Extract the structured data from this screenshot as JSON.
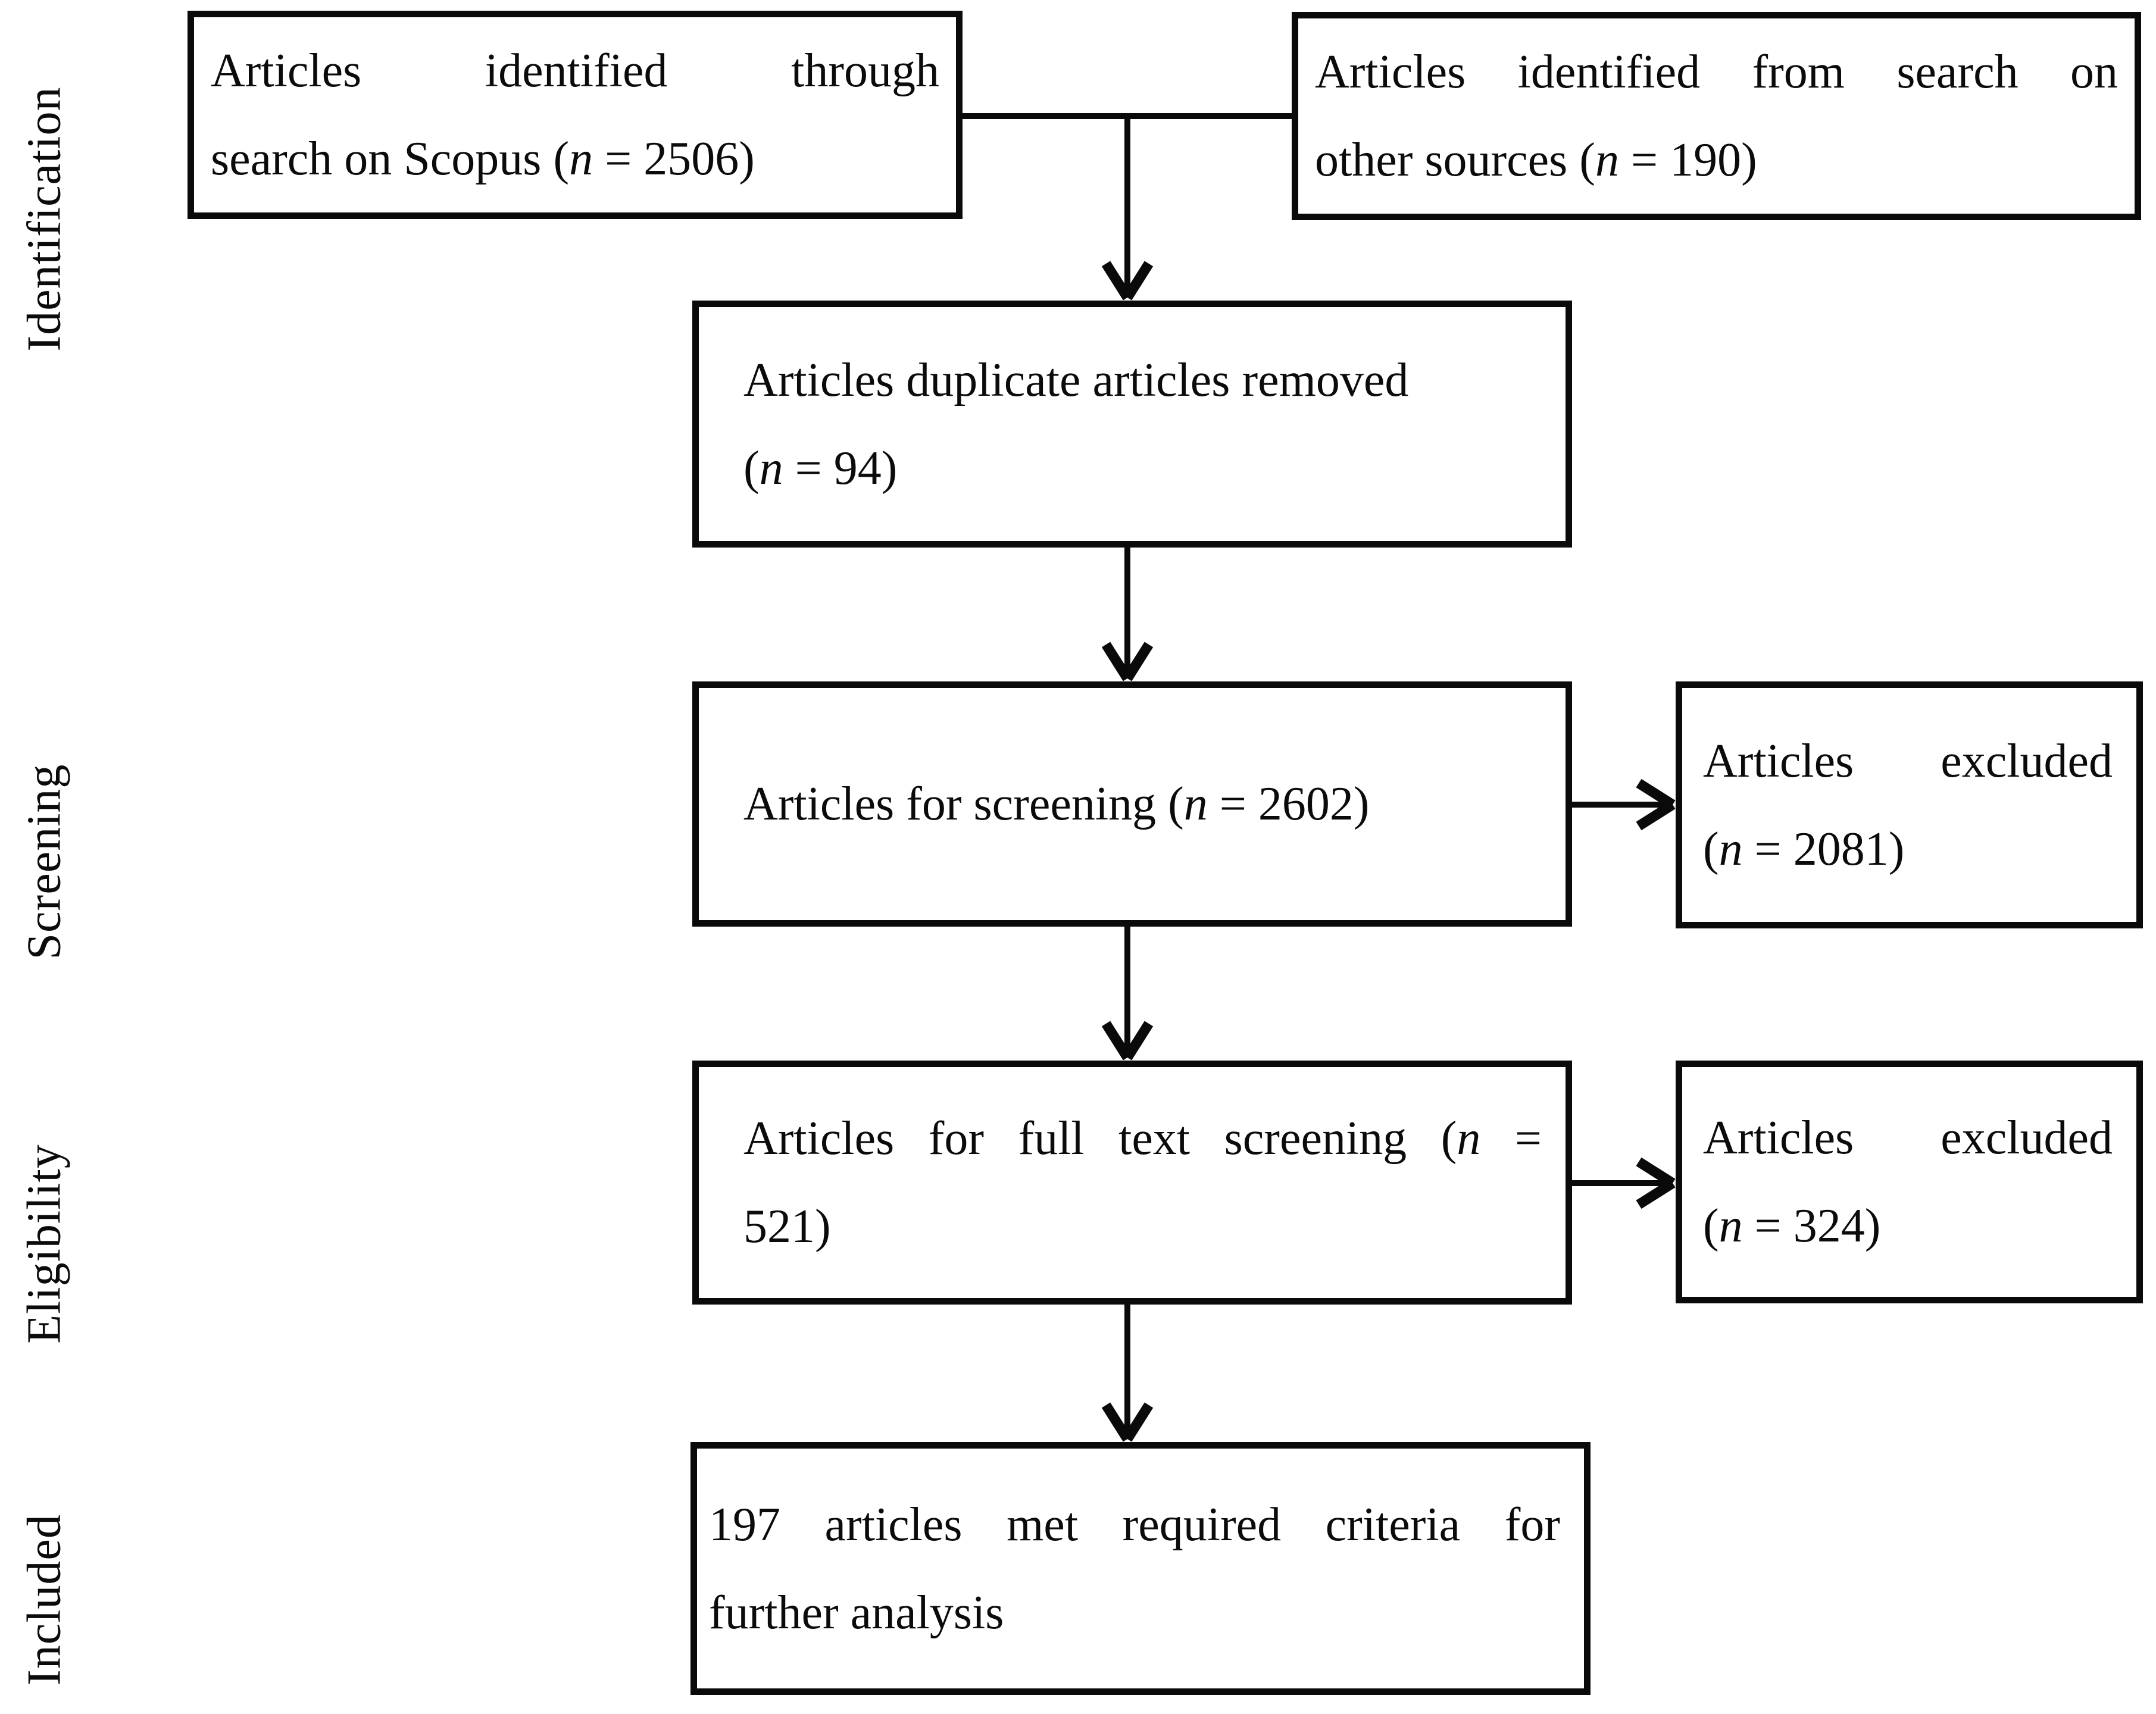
{
  "figure": {
    "title": "PRISMA article selection flow diagram",
    "background_color": "#ffffff",
    "ink_color": "#0a0a0a"
  },
  "stage_labels": {
    "identification": "Identification",
    "screening": "Screening",
    "eligibility": "Eligibility",
    "included": "Included"
  },
  "boxes": {
    "scopus": {
      "n": 2506,
      "plain_text": "Articles identified through search on Scopus (n = 2506)",
      "lines": [
        {
          "spread": true,
          "words": [
            {
              "parts": [
                {
                  "t": "Articles",
                  "i": false
                }
              ]
            },
            {
              "parts": [
                {
                  "t": "identified",
                  "i": false
                }
              ]
            },
            {
              "parts": [
                {
                  "t": "through",
                  "i": false
                }
              ]
            }
          ]
        },
        {
          "spread": false,
          "words": [
            {
              "parts": [
                {
                  "t": "search",
                  "i": false
                }
              ]
            },
            {
              "parts": [
                {
                  "t": "on",
                  "i": false
                }
              ]
            },
            {
              "parts": [
                {
                  "t": "Scopus",
                  "i": false
                }
              ]
            },
            {
              "parts": [
                {
                  "t": "(",
                  "i": false
                },
                {
                  "t": "n",
                  "i": true
                }
              ]
            },
            {
              "parts": [
                {
                  "t": "=",
                  "i": false
                }
              ]
            },
            {
              "parts": [
                {
                  "t": "2506)",
                  "i": false
                }
              ]
            }
          ]
        }
      ]
    },
    "other_sources": {
      "n": 190,
      "plain_text": "Articles identified from search on other sources (n = 190)",
      "lines": [
        {
          "spread": true,
          "words": [
            {
              "parts": [
                {
                  "t": "Articles",
                  "i": false
                }
              ]
            },
            {
              "parts": [
                {
                  "t": "identified",
                  "i": false
                }
              ]
            },
            {
              "parts": [
                {
                  "t": "from",
                  "i": false
                }
              ]
            },
            {
              "parts": [
                {
                  "t": "search",
                  "i": false
                }
              ]
            },
            {
              "parts": [
                {
                  "t": "on",
                  "i": false
                }
              ]
            }
          ]
        },
        {
          "spread": false,
          "words": [
            {
              "parts": [
                {
                  "t": "other",
                  "i": false
                }
              ]
            },
            {
              "parts": [
                {
                  "t": "sources",
                  "i": false
                }
              ]
            },
            {
              "parts": [
                {
                  "t": "(",
                  "i": false
                },
                {
                  "t": "n",
                  "i": true
                }
              ]
            },
            {
              "parts": [
                {
                  "t": "=",
                  "i": false
                }
              ]
            },
            {
              "parts": [
                {
                  "t": "190)",
                  "i": false
                }
              ]
            }
          ]
        }
      ]
    },
    "duplicates_removed": {
      "n": 94,
      "plain_text": "Articles duplicate articles removed (n = 94)",
      "lines": [
        {
          "spread": false,
          "words": [
            {
              "parts": [
                {
                  "t": "Articles",
                  "i": false
                }
              ]
            },
            {
              "parts": [
                {
                  "t": "duplicate",
                  "i": false
                }
              ]
            },
            {
              "parts": [
                {
                  "t": "articles",
                  "i": false
                }
              ]
            },
            {
              "parts": [
                {
                  "t": "removed",
                  "i": false
                }
              ]
            }
          ]
        },
        {
          "spread": false,
          "words": [
            {
              "parts": [
                {
                  "t": "(",
                  "i": false
                },
                {
                  "t": "n",
                  "i": true
                }
              ]
            },
            {
              "parts": [
                {
                  "t": "=",
                  "i": false
                }
              ]
            },
            {
              "parts": [
                {
                  "t": "94)",
                  "i": false
                }
              ]
            }
          ]
        }
      ]
    },
    "screening": {
      "n": 2602,
      "plain_text": "Articles for screening (n = 2602)",
      "lines": [
        {
          "spread": false,
          "words": [
            {
              "parts": [
                {
                  "t": "Articles",
                  "i": false
                }
              ]
            },
            {
              "parts": [
                {
                  "t": "for",
                  "i": false
                }
              ]
            },
            {
              "parts": [
                {
                  "t": "screening",
                  "i": false
                }
              ]
            },
            {
              "parts": [
                {
                  "t": "(",
                  "i": false
                },
                {
                  "t": "n",
                  "i": true
                }
              ]
            },
            {
              "parts": [
                {
                  "t": "=",
                  "i": false
                }
              ]
            },
            {
              "parts": [
                {
                  "t": "2602)",
                  "i": false
                }
              ]
            }
          ]
        }
      ]
    },
    "excluded_screening": {
      "n": 2081,
      "plain_text": "Articles excluded (n = 2081)",
      "lines": [
        {
          "spread": true,
          "words": [
            {
              "parts": [
                {
                  "t": "Articles",
                  "i": false
                }
              ]
            },
            {
              "parts": [
                {
                  "t": "excluded",
                  "i": false
                }
              ]
            }
          ]
        },
        {
          "spread": false,
          "words": [
            {
              "parts": [
                {
                  "t": "(",
                  "i": false
                },
                {
                  "t": "n",
                  "i": true
                }
              ]
            },
            {
              "parts": [
                {
                  "t": "=",
                  "i": false
                }
              ]
            },
            {
              "parts": [
                {
                  "t": "2081)",
                  "i": false
                }
              ]
            }
          ]
        }
      ]
    },
    "full_text": {
      "n": 521,
      "plain_text": "Articles for full text screening (n = 521)",
      "lines": [
        {
          "spread": true,
          "words": [
            {
              "parts": [
                {
                  "t": "Articles",
                  "i": false
                }
              ]
            },
            {
              "parts": [
                {
                  "t": "for",
                  "i": false
                }
              ]
            },
            {
              "parts": [
                {
                  "t": "full",
                  "i": false
                }
              ]
            },
            {
              "parts": [
                {
                  "t": "text",
                  "i": false
                }
              ]
            },
            {
              "parts": [
                {
                  "t": "screening",
                  "i": false
                }
              ]
            },
            {
              "parts": [
                {
                  "t": "(",
                  "i": false
                },
                {
                  "t": "n",
                  "i": true
                }
              ]
            },
            {
              "parts": [
                {
                  "t": "=",
                  "i": false
                }
              ]
            }
          ]
        },
        {
          "spread": false,
          "words": [
            {
              "parts": [
                {
                  "t": "521)",
                  "i": false
                }
              ]
            }
          ]
        }
      ]
    },
    "excluded_full_text": {
      "n": 324,
      "plain_text": "Articles excluded (n = 324)",
      "lines": [
        {
          "spread": true,
          "words": [
            {
              "parts": [
                {
                  "t": "Articles",
                  "i": false
                }
              ]
            },
            {
              "parts": [
                {
                  "t": "excluded",
                  "i": false
                }
              ]
            }
          ]
        },
        {
          "spread": false,
          "words": [
            {
              "parts": [
                {
                  "t": "(",
                  "i": false
                },
                {
                  "t": "n",
                  "i": true
                }
              ]
            },
            {
              "parts": [
                {
                  "t": "=",
                  "i": false
                }
              ]
            },
            {
              "parts": [
                {
                  "t": "324)",
                  "i": false
                }
              ]
            }
          ]
        }
      ]
    },
    "included": {
      "n": 197,
      "plain_text": "197 articles met required criteria for further analysis",
      "lines": [
        {
          "spread": true,
          "words": [
            {
              "parts": [
                {
                  "t": "197",
                  "i": false
                }
              ]
            },
            {
              "parts": [
                {
                  "t": "articles",
                  "i": false
                }
              ]
            },
            {
              "parts": [
                {
                  "t": "met",
                  "i": false
                }
              ]
            },
            {
              "parts": [
                {
                  "t": "required",
                  "i": false
                }
              ]
            },
            {
              "parts": [
                {
                  "t": "criteria",
                  "i": false
                }
              ]
            },
            {
              "parts": [
                {
                  "t": "for",
                  "i": false
                }
              ]
            }
          ]
        },
        {
          "spread": false,
          "words": [
            {
              "parts": [
                {
                  "t": "further",
                  "i": false
                }
              ]
            },
            {
              "parts": [
                {
                  "t": "analysis",
                  "i": false
                }
              ]
            }
          ]
        }
      ]
    }
  },
  "flow": [
    {
      "from": "scopus",
      "to": "duplicates_removed"
    },
    {
      "from": "other_sources",
      "to": "duplicates_removed"
    },
    {
      "from": "duplicates_removed",
      "to": "screening"
    },
    {
      "from": "screening",
      "to": "excluded_screening"
    },
    {
      "from": "screening",
      "to": "full_text"
    },
    {
      "from": "full_text",
      "to": "excluded_full_text"
    },
    {
      "from": "full_text",
      "to": "included"
    }
  ]
}
